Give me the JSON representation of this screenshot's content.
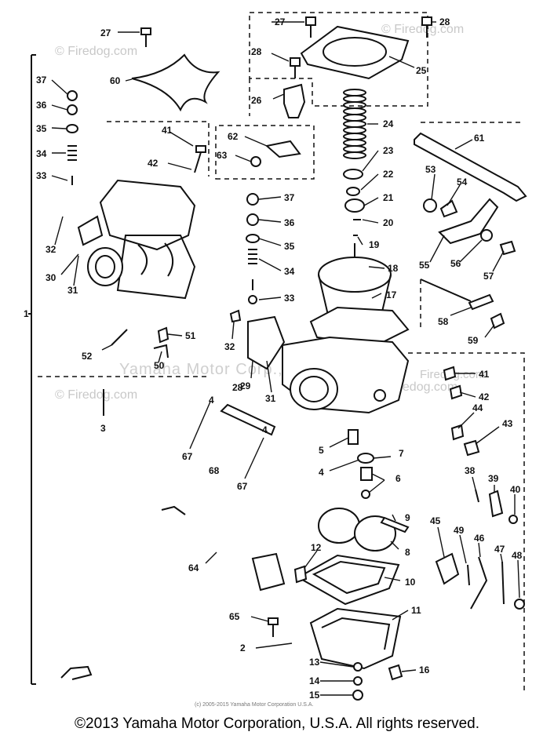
{
  "watermarks": {
    "firedog": "© Firedog.com",
    "firedog_short": "Firedog.com",
    "center": "Yamaha Motor Corp., U.S.A."
  },
  "copyright_small": "(c) 2005-2015 Yamaha Motor Corporation U.S.A.",
  "footer": "©2013 Yamaha Motor Corporation, U.S.A. All rights reserved.",
  "callouts": [
    "1",
    "2",
    "3",
    "4",
    "4",
    "4",
    "5",
    "6",
    "7",
    "8",
    "9",
    "10",
    "11",
    "12",
    "13",
    "14",
    "15",
    "16",
    "17",
    "18",
    "19",
    "20",
    "21",
    "22",
    "23",
    "24",
    "25",
    "26",
    "27",
    "27",
    "28",
    "28",
    "28",
    "29",
    "30",
    "31",
    "31",
    "32",
    "32",
    "33",
    "33",
    "34",
    "34",
    "35",
    "35",
    "36",
    "36",
    "37",
    "37",
    "38",
    "39",
    "40",
    "41",
    "41",
    "42",
    "42",
    "43",
    "44",
    "45",
    "46",
    "47",
    "48",
    "49",
    "50",
    "51",
    "52",
    "53",
    "54",
    "55",
    "56",
    "57",
    "58",
    "59",
    "60",
    "61",
    "62",
    "63",
    "64",
    "65",
    "67",
    "67",
    "68"
  ]
}
